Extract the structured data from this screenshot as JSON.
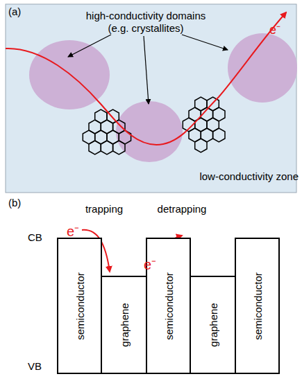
{
  "diagram": {
    "nodes": [
      {
        "text": [
          "semiconductor"
        ]
      },
      {
        "text": [
          "graphene"
        ]
      },
      {
        "text": [
          "semiconductor"
        ]
      },
      {
        "text": [
          "graphene"
        ]
      },
      {
        "text": [
          "semiconductor"
        ]
      }
    ],
    "labels": [
      "(a)",
      "high-conductivity domains",
      "(e.g. crystallites)",
      "low-conductivity zone",
      "e⁻",
      "(b)",
      "CB",
      "VB",
      "trapping",
      "detrapping",
      "e⁻",
      "e⁻"
    ]
  }
}
